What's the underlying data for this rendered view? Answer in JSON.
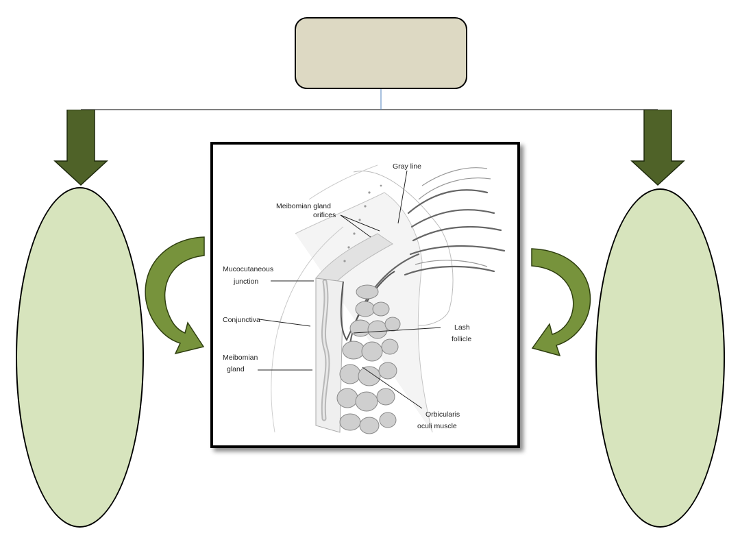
{
  "diagram": {
    "top_box": {
      "text": ""
    },
    "left_oval": {
      "text": ""
    },
    "right_oval": {
      "text": ""
    },
    "colors": {
      "top_box_fill": "#ddd9c3",
      "oval_fill": "#d7e4bd",
      "down_arrow_fill": "#4f6228",
      "curved_arrow_fill": "#77933c",
      "connector_line": "#000000",
      "connector_stem": "#4f81bd"
    }
  },
  "figure": {
    "labels": {
      "gray_line": "Gray line",
      "meibomian_orifices_1": "Meibomian gland",
      "meibomian_orifices_2": "orifices",
      "mucocutaneous_1": "Mucocutaneous",
      "mucocutaneous_2": "junction",
      "conjunctiva": "Conjunctiva",
      "meibomian_gland_1": "Meibomian",
      "meibomian_gland_2": "gland",
      "lash_1": "Lash",
      "lash_2": "follicle",
      "orbicularis_1": "Orbicularis",
      "orbicularis_2": "oculi muscle"
    }
  }
}
